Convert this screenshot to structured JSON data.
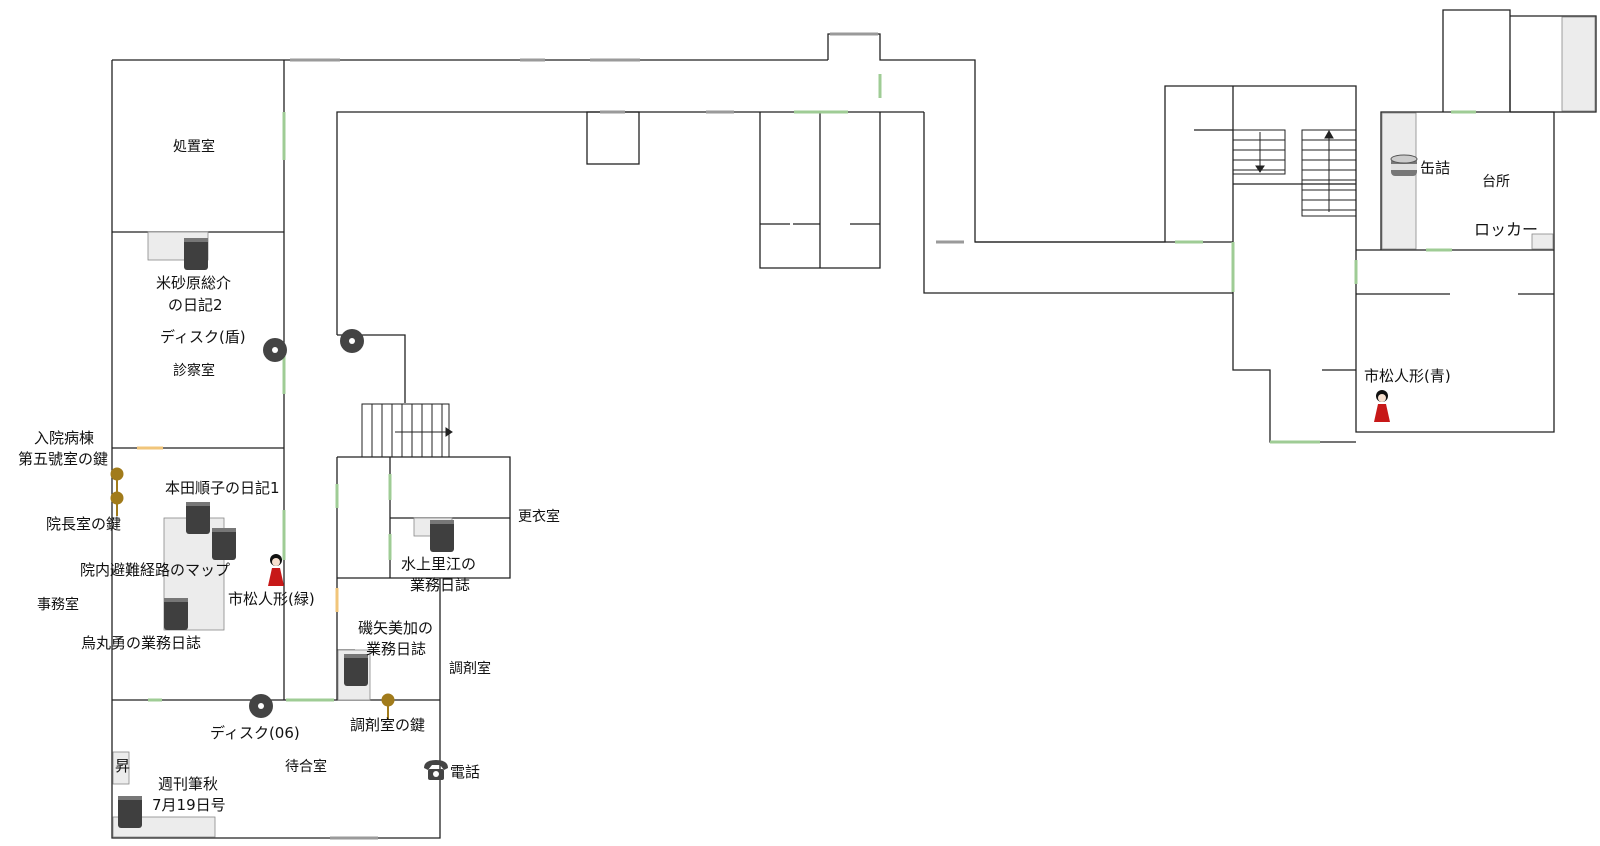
{
  "rooms": {
    "shochi": "処置室",
    "shinsatsu": "診察室",
    "jimu": "事務室",
    "machiai": "待合室",
    "chozai": "調剤室",
    "koui": "更衣室",
    "daidokoro": "台所",
    "locker": "ロッカー"
  },
  "items": {
    "diary_yonesa_1": "米砂原総介",
    "diary_yonesa_2": "の日記2",
    "disk_tate": "ディスク(盾)",
    "key_ward_1": "入院病棟",
    "key_ward_2": "第五號室の鍵",
    "key_director": "院長室の鍵",
    "diary_honda": "本田順子の日記1",
    "map_evac": "院内避難経路のマップ",
    "doll_green": "市松人形(緑)",
    "log_karasuma": "烏丸勇の業務日誌",
    "log_mizukami_1": "水上里江の",
    "log_mizukami_2": "業務日誌",
    "log_isoya_1": "磯矢美加の",
    "log_isoya_2": "業務日誌",
    "key_chozai": "調剤室の鍵",
    "disk_06": "ディスク(06)",
    "phone": "電話",
    "stairs_up": "昇",
    "magazine_1": "週刊筆秋",
    "magazine_2": "7月19日号",
    "can": "缶詰",
    "doll_blue": "市松人形(青)"
  },
  "icons": {
    "notebook": "notebook-icon",
    "disc": "disc-icon",
    "key": "key-icon",
    "doll": "doll-icon",
    "phone": "phone-icon",
    "can": "can-icon",
    "stairs": "stairs-icon"
  },
  "colors": {
    "wall": "#222222",
    "door_green": "#a9d8a1",
    "door_yellow": "#f2c97c",
    "door_gray": "#bbbbbb",
    "item_dark": "#3f3f3f",
    "key_gold": "#a17b1b",
    "doll_red": "#c71818",
    "floor_gray": "#e9e9e9"
  }
}
